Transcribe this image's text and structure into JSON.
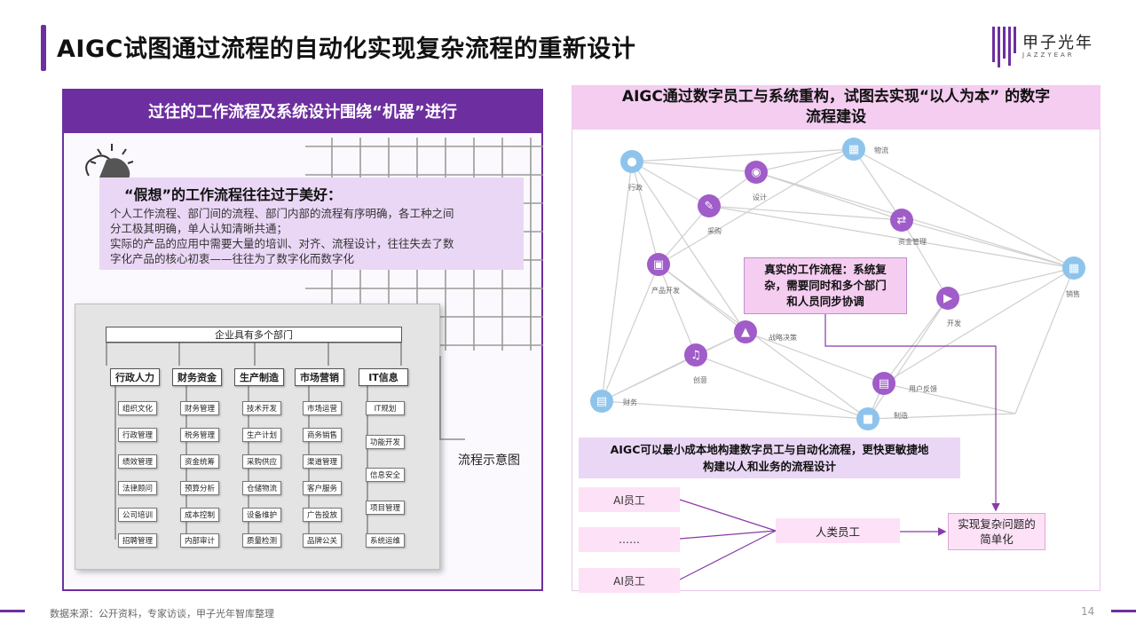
{
  "title": "AIGC试图通过流程的自动化实现复杂流程的重新设计",
  "logo": {
    "cn": "甲子光年",
    "en": "JAZZYEAR"
  },
  "left": {
    "header": "过往的工作流程及系统设计围绕“机器”进行",
    "assume_title": "“假想”的工作流程往往过于美好：",
    "assume_lines": [
      "个人工作流程、部门间的流程、部门内部的流程有序明确，各工种之间",
      "分工极其明确，单人认知清晰共通；",
      "实际的产品的应用中需要大量的培训、对齐、流程设计，往往失去了数",
      "字化产品的核心初衷——往往为了数字化而数字化"
    ],
    "org_top": "企业具有多个部门",
    "departments": [
      {
        "name": "行政人力",
        "items": [
          "组织文化",
          "行政管理",
          "绩效管理",
          "法律顾问",
          "公司培训",
          "招聘管理"
        ]
      },
      {
        "name": "财务资金",
        "items": [
          "财务管理",
          "税务管理",
          "资金统筹",
          "预算分析",
          "成本控制",
          "内部审计"
        ]
      },
      {
        "name": "生产制造",
        "items": [
          "技术开发",
          "生产计划",
          "采购供应",
          "仓储物流",
          "设备维护",
          "质量检测"
        ]
      },
      {
        "name": "市场营销",
        "items": [
          "市场运营",
          "商务销售",
          "渠道管理",
          "客户服务",
          "广告投放",
          "品牌公关"
        ]
      },
      {
        "name": "IT信息",
        "items": [
          "IT规划",
          "功能开发",
          "信息安全",
          "项目管理",
          "系统运维"
        ]
      }
    ],
    "flow_label": "流程示意图"
  },
  "right": {
    "header_line1": "AIGC通过数字员工与系统重构，试图去实现“以人为本” 的数字",
    "header_line2": "流程建设",
    "nodes": {
      "xingzheng": "行政",
      "sheji": "设计",
      "wuliu": "物流",
      "caigou": "采购",
      "zijin": "资金管理",
      "chanpin": "产品开发",
      "xiaoshou": "销售",
      "kaifa": "开发",
      "zhanlue": "战略决策",
      "chuangyi": "创意",
      "yonghu": "用户反馈",
      "caiwu": "财务",
      "zhizao": "制造"
    },
    "real_box": [
      "真实的工作流程：系统复",
      "杂，需要同时和多个部门",
      "和人员同步协调"
    ],
    "aigc_box": [
      "AIGC可以最小成本地构建数字员工与自动化流程，更快更敏捷地",
      "构建以人和业务的流程设计"
    ],
    "employees": [
      "AI员工",
      "……",
      "AI员工"
    ],
    "human": "人类员工",
    "result": [
      "实现复杂问题的",
      "简单化"
    ]
  },
  "footer": {
    "source": "数据来源：公开资料，专家访谈，甲子光年智库整理",
    "page": "14"
  },
  "colors": {
    "accent": "#6d2fa0",
    "pink": "#f4cdf0",
    "lavender": "#ead7f5",
    "node_purple": "#a05cc8",
    "node_blue": "#8ec4ec"
  }
}
